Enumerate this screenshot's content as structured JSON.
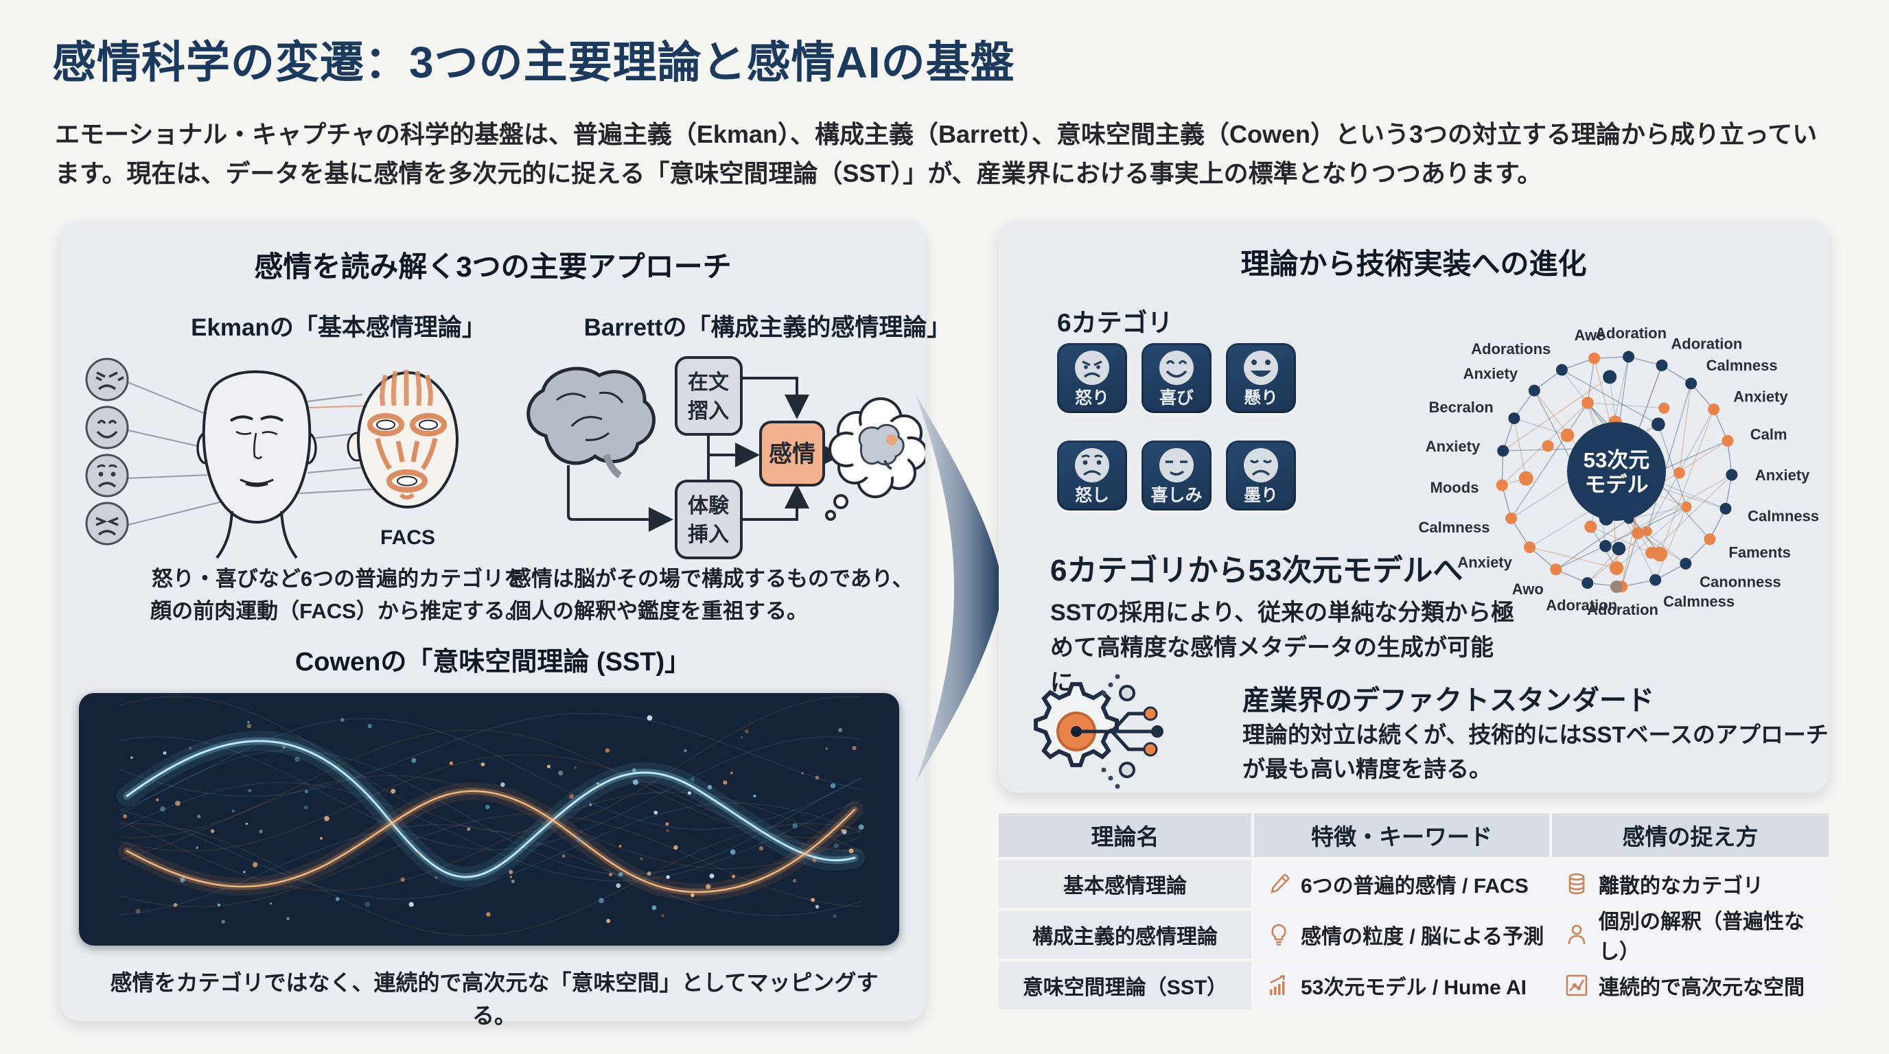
{
  "page": {
    "title": "感情科学の変遷：3つの主要理論と感情AIの基盤",
    "intro": "エモーショナル・キャプチャの科学的基盤は、普遍主義（Ekman）、構成主義（Barrett）、意味空間主義（Cowen）という3つの対立する理論から成り立っています。現在は、データを基に感情を多次元的に捉える「意味空間理論（SST）」が、産業界における事実上の標準となりつつあります。"
  },
  "left_panel": {
    "title": "感情を読み解く3つの主要アプローチ",
    "ekman": {
      "heading": "Ekmanの「基本感情理論」",
      "facs_label": "FACS",
      "caption": "怒り・喜びなど6つの普遍的カテゴリを顔の前肉運動（FACS）から推定する。"
    },
    "barrett": {
      "heading": "Barrettの「構成主義的感情理論」",
      "box1_line1": "在文",
      "box1_line2": "摺入",
      "box2_line1": "体験",
      "box2_line2": "挿入",
      "emotion_box": "感情",
      "caption": "感情は脳がその場で構成するものであり、個人の解釈や鑑度を重祖する。"
    },
    "cowen": {
      "heading": "Cowenの「意味空間理論 (SST)」",
      "caption": "感情をカテゴリではなく、連続的で高次元な「意味空間」としてマッピングする。"
    }
  },
  "right_panel": {
    "title": "理論から技術実装への進化",
    "six_categories_label": "6カテゴリ",
    "emotion_tiles": [
      {
        "label": "怒り",
        "icon": "angry-face-icon"
      },
      {
        "label": "喜び",
        "icon": "happy-face-icon"
      },
      {
        "label": "懸り",
        "icon": "grin-face-icon"
      },
      {
        "label": "怒し",
        "icon": "worried-face-icon"
      },
      {
        "label": "喜しみ",
        "icon": "smirk-face-icon"
      },
      {
        "label": "墨り",
        "icon": "gloomy-face-icon"
      }
    ],
    "network": {
      "center_line1": "53次元",
      "center_line2": "モデル",
      "labels": [
        "Adoration",
        "Adoration",
        "Calmness",
        "Anxiety",
        "Calm",
        "Anxiety",
        "Calmness",
        "Faments",
        "Canonness",
        "Calmness",
        "Adoration",
        "Adoration",
        "Awo",
        "Anxiety",
        "Calmness",
        "Moods",
        "Anxiety",
        "Becralon",
        "Anxiety",
        "Adorations",
        "Awe"
      ]
    },
    "evolution": {
      "heading": "6カテゴリから53次元モデルへ",
      "body": "SSTの採用により、従来の単純な分類から極めて高精度な感情メタデータの生成が可能に。"
    },
    "defacto": {
      "heading": "産業界のデファクトスタンダード",
      "body": "理論的対立は続くが、技術的にはSSTベースのアプローチが最も高い精度を詩る。"
    }
  },
  "table": {
    "headers": [
      "理論名",
      "特徴・キーワード",
      "感情の捉え方"
    ],
    "rows": [
      {
        "theory": "基本感情理論",
        "keyword": "6つの普遍的感情 / FACS",
        "keyword_icon": "pencil-icon",
        "approach": "離散的なカテゴリ",
        "approach_icon": "database-icon"
      },
      {
        "theory": "構成主義的感情理論",
        "keyword": "感情の粒度 / 脳による予測",
        "keyword_icon": "lightbulb-icon",
        "approach": "個別の解釈（普遍性なし）",
        "approach_icon": "person-icon"
      },
      {
        "theory": "意味空間理論（SST）",
        "keyword": "53次元モデル / Hume AI",
        "keyword_icon": "growth-chart-icon",
        "approach": "連続的で高次元な空間",
        "approach_icon": "line-chart-icon"
      }
    ]
  },
  "colors": {
    "navy": "#1d3a5c",
    "orange": "#e8834a",
    "panel_gray": "#e9ecf0",
    "wave_background": "#142337",
    "table_icon_orange": "#c9855a"
  }
}
